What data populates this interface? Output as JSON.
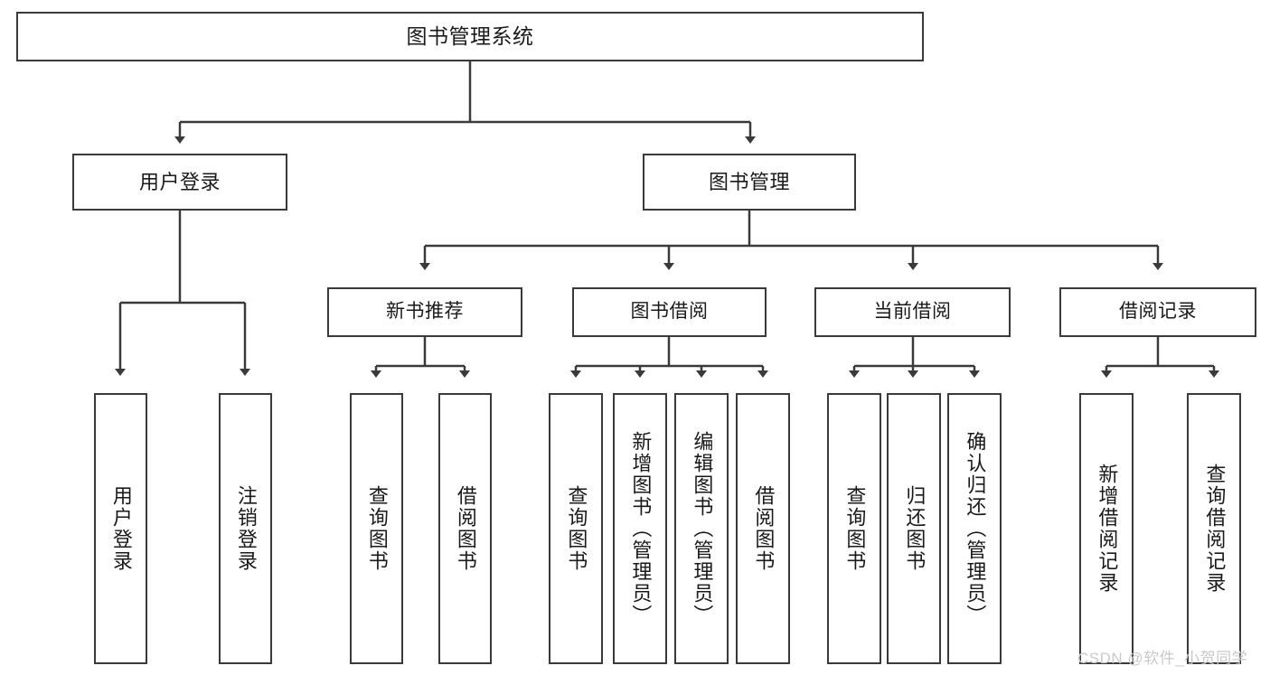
{
  "diagram": {
    "type": "tree-hierarchy-chart",
    "title": "图书管理系统",
    "root": {
      "label": "图书管理系统"
    },
    "level2": [
      {
        "label": "用户登录"
      },
      {
        "label": "图书管理"
      }
    ],
    "level3": [
      {
        "label": "新书推荐"
      },
      {
        "label": "图书借阅"
      },
      {
        "label": "当前借阅"
      },
      {
        "label": "借阅记录"
      }
    ],
    "leaves": {
      "user_login": [
        {
          "label": "用户登录"
        },
        {
          "label": "注销登录"
        }
      ],
      "new_book_recommend": [
        {
          "label": "查询图书"
        },
        {
          "label": "借阅图书"
        }
      ],
      "book_borrow": [
        {
          "label": "查询图书"
        },
        {
          "label": "新增图书（管理员）"
        },
        {
          "label": "编辑图书（管理员）"
        },
        {
          "label": "借阅图书"
        }
      ],
      "current_borrow": [
        {
          "label": "查询图书"
        },
        {
          "label": "归还图书"
        },
        {
          "label": "确认归还（管理员）"
        }
      ],
      "borrow_record": [
        {
          "label": "新增借阅记录"
        },
        {
          "label": "查询借阅记录"
        }
      ]
    }
  },
  "watermark": {
    "text": "CSDN @软件_小贺同学"
  },
  "colors": {
    "stroke": "#3a3a3a",
    "fill": "#ffffff",
    "text": "#1a1a1a",
    "watermark": "#c9c9c9"
  }
}
